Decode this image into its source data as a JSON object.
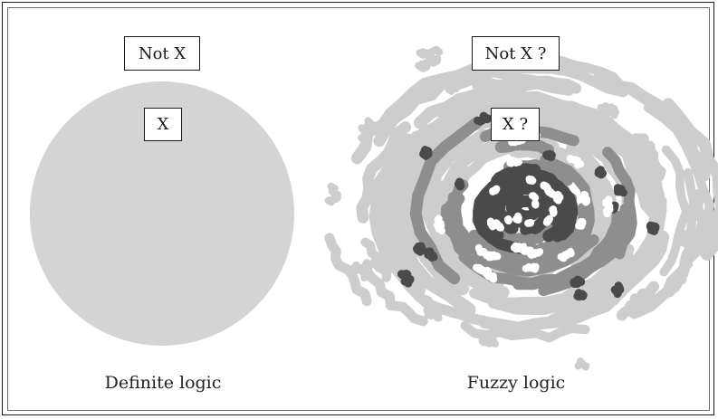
{
  "definite": {
    "outside_label": "Not X",
    "inside_label": "X",
    "caption": "Definite logic",
    "fill_color": "#d4d4d4"
  },
  "fuzzy": {
    "outside_label": "Not X ?",
    "inside_label": "X ?",
    "caption": "Fuzzy logic",
    "colors": {
      "light": "#cdcdcd",
      "mid": "#8e8e8e",
      "dark": "#4a4a4a",
      "white": "#ffffff"
    }
  }
}
